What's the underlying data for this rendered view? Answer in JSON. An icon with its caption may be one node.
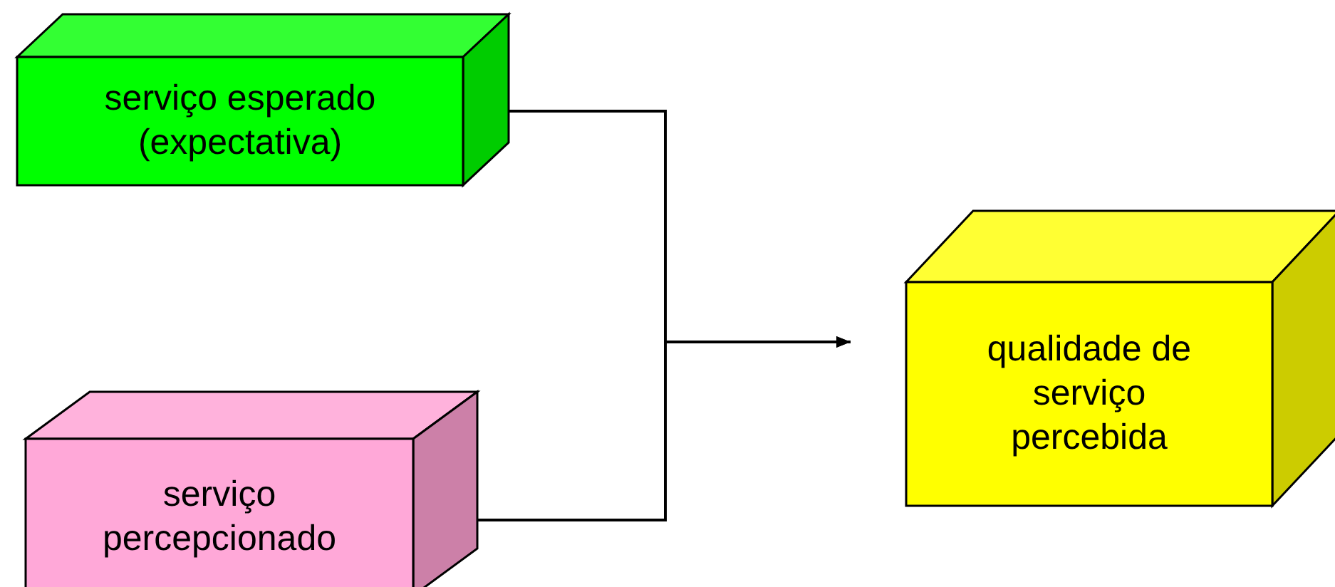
{
  "diagram": {
    "nodes": [
      {
        "text": [
          "serviço esperado (expectativa)"
        ]
      },
      {
        "text": [
          "serviço percepcionado"
        ]
      },
      {
        "text": [
          "qualidade de serviço percebida"
        ]
      }
    ],
    "edges": [
      {
        "from": 0,
        "to": 2,
        "arrow": "to"
      },
      {
        "from": 1,
        "to": 2,
        "arrow": "to"
      }
    ]
  }
}
